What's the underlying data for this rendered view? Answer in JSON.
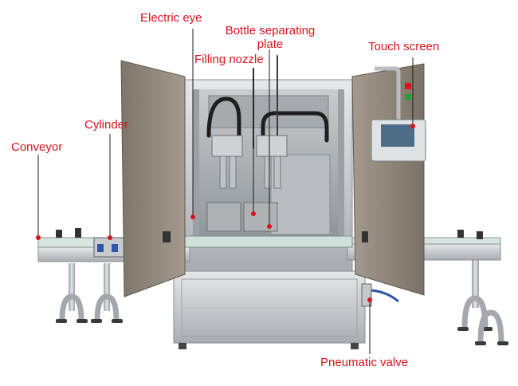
{
  "labels": {
    "electric_eye": "Electric eye",
    "bottle_separating_plate_1": "Bottle separating",
    "bottle_separating_plate_2": "plate",
    "filling_nozzle": "Filling nozzle",
    "touch_screen": "Touch screen",
    "cylinder": "Cylinder",
    "conveyor": "Conveyor",
    "pneumatic_valve": "Pneumatic valve"
  },
  "colors": {
    "label_text": "#d8131b",
    "leader_line": "#1a1a1a",
    "marker_dot": "#d8131b",
    "steel_light": "#d9dcdf",
    "steel_mid": "#b4b8bc",
    "steel_dark": "#7f8489",
    "door_glass": "#8d8478",
    "background": "#ffffff"
  }
}
